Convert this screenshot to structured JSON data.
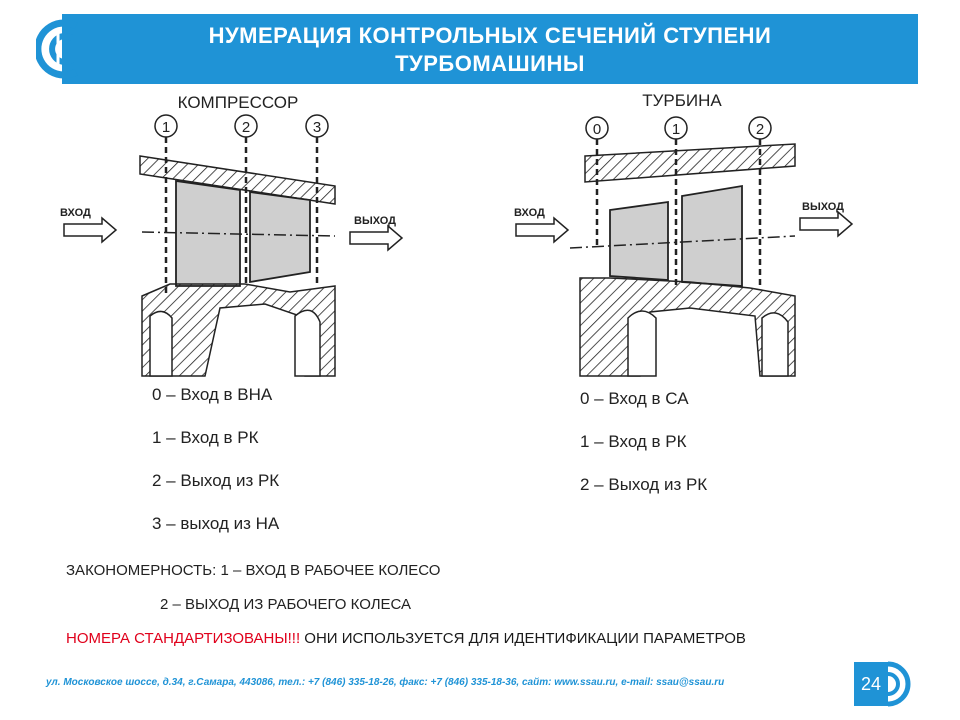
{
  "header": {
    "title_line1": "НУМЕРАЦИЯ КОНТРОЛЬНЫХ СЕЧЕНИЙ СТУПЕНИ",
    "title_line2": "ТУРБОМАШИНЫ",
    "brand_color": "#1f93d6",
    "logo_icon": "ssau-logo-icon"
  },
  "compressor": {
    "label": "КОМПРЕССОР",
    "sections": [
      "1",
      "2",
      "3"
    ],
    "inlet_label": "ВХОД",
    "outlet_label": "ВЫХОД",
    "legend": [
      "0 – Вход в ВНА",
      "1 – Вход в РК",
      "2 – Выход из РК",
      "3 – выход из НА"
    ]
  },
  "turbine": {
    "label": "ТУРБИНА",
    "sections": [
      "0",
      "1",
      "2"
    ],
    "inlet_label": "ВХОД",
    "outlet_label": "ВЫХОД",
    "legend": [
      "0 – Вход в СА",
      "1 – Вход в РК",
      "2 – Выход из РК"
    ]
  },
  "rule": {
    "line1": "ЗАКОНОМЕРНОСТЬ: 1 – ВХОД В РАБОЧЕЕ КОЛЕСО",
    "line2": "2 – ВЫХОД ИЗ РАБОЧЕГО КОЛЕСА"
  },
  "standard": {
    "highlight": "НОМЕРА СТАНДАРТИЗОВАНЫ!!!",
    "rest": " ОНИ ИСПОЛЬЗУЕТСЯ ДЛЯ ИДЕНТИФИКАЦИИ ПАРАМЕТРОВ",
    "highlight_color": "#e0001b"
  },
  "footer": {
    "contacts": "ул. Московское шоссе, д.34, г.Самара, 443086, тел.: +7 (846) 335-18-26, факс: +7 (846) 335-18-36, сайт: www.ssau.ru, e-mail: ssau@ssau.ru",
    "page_number": "24"
  }
}
